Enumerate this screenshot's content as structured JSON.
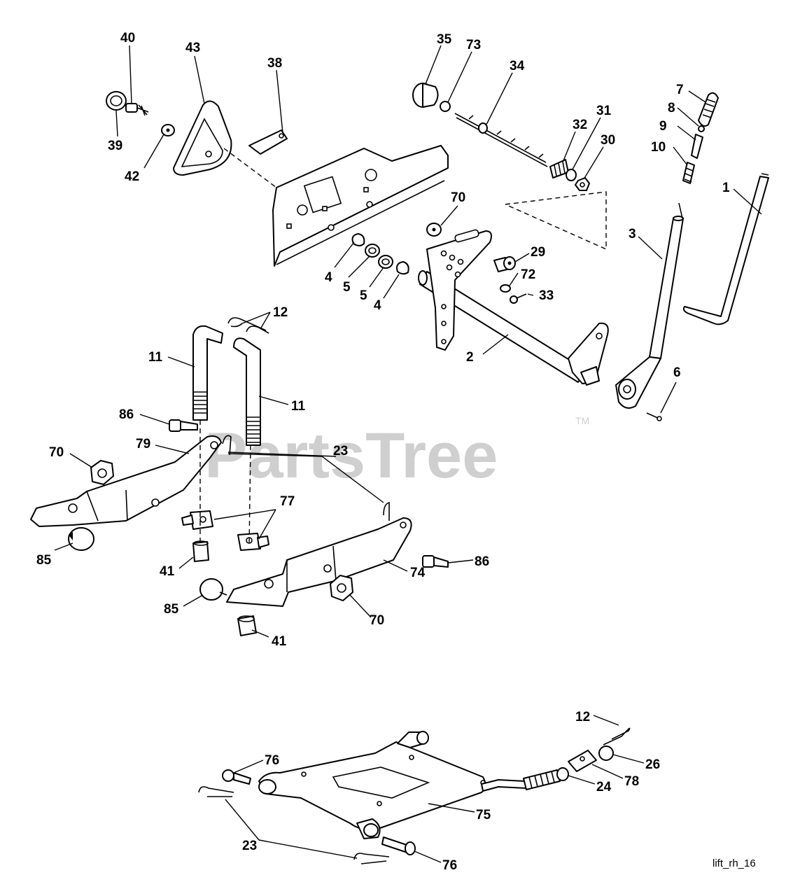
{
  "watermark": "PartsTree",
  "trademark": "TM",
  "figure_id": "lift_rh_16",
  "labels": [
    {
      "id": "l40",
      "text": "40"
    },
    {
      "id": "l43",
      "text": "43"
    },
    {
      "id": "l38",
      "text": "38"
    },
    {
      "id": "l39",
      "text": "39"
    },
    {
      "id": "l42",
      "text": "42"
    },
    {
      "id": "l35",
      "text": "35"
    },
    {
      "id": "l73",
      "text": "73"
    },
    {
      "id": "l34",
      "text": "34"
    },
    {
      "id": "l31",
      "text": "31"
    },
    {
      "id": "l32",
      "text": "32"
    },
    {
      "id": "l30",
      "text": "30"
    },
    {
      "id": "l7",
      "text": "7"
    },
    {
      "id": "l8",
      "text": "8"
    },
    {
      "id": "l9",
      "text": "9"
    },
    {
      "id": "l10",
      "text": "10"
    },
    {
      "id": "l1",
      "text": "1"
    },
    {
      "id": "l3",
      "text": "3"
    },
    {
      "id": "l70a",
      "text": "70"
    },
    {
      "id": "l29",
      "text": "29"
    },
    {
      "id": "l72",
      "text": "72"
    },
    {
      "id": "l33",
      "text": "33"
    },
    {
      "id": "l4a",
      "text": "4"
    },
    {
      "id": "l5a",
      "text": "5"
    },
    {
      "id": "l5b",
      "text": "5"
    },
    {
      "id": "l4b",
      "text": "4"
    },
    {
      "id": "l12a",
      "text": "12"
    },
    {
      "id": "l11a",
      "text": "11"
    },
    {
      "id": "l11b",
      "text": "11"
    },
    {
      "id": "l2",
      "text": "2"
    },
    {
      "id": "l6",
      "text": "6"
    },
    {
      "id": "l86a",
      "text": "86"
    },
    {
      "id": "l70b",
      "text": "70"
    },
    {
      "id": "l79",
      "text": "79"
    },
    {
      "id": "l23a",
      "text": "23"
    },
    {
      "id": "l77",
      "text": "77"
    },
    {
      "id": "l85a",
      "text": "85"
    },
    {
      "id": "l41a",
      "text": "41"
    },
    {
      "id": "l86b",
      "text": "86"
    },
    {
      "id": "l74",
      "text": "74"
    },
    {
      "id": "l85b",
      "text": "85"
    },
    {
      "id": "l70c",
      "text": "70"
    },
    {
      "id": "l41b",
      "text": "41"
    },
    {
      "id": "l12b",
      "text": "12"
    },
    {
      "id": "l76a",
      "text": "76"
    },
    {
      "id": "l26",
      "text": "26"
    },
    {
      "id": "l78",
      "text": "78"
    },
    {
      "id": "l24",
      "text": "24"
    },
    {
      "id": "l75",
      "text": "75"
    },
    {
      "id": "l23b",
      "text": "23"
    },
    {
      "id": "l76b",
      "text": "76"
    }
  ]
}
